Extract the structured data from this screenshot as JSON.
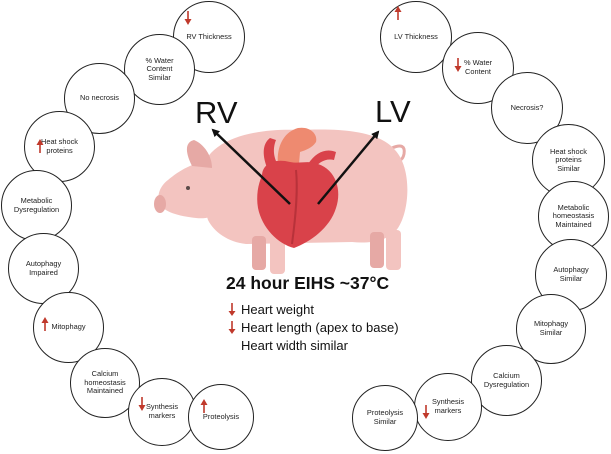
{
  "colors": {
    "pig_body": "#f3c4c0",
    "pig_shadow": "#e6a9a5",
    "heart_main": "#d9424a",
    "heart_dark": "#b8323a",
    "vessel": "#ee8a70",
    "arrow": "#c0392b",
    "outline": "#222222"
  },
  "center": {
    "rv_label": "RV",
    "lv_label": "LV",
    "condition": "24 hour EIHS ~37°C",
    "effects": [
      {
        "text": "Heart weight",
        "arrow": "down"
      },
      {
        "text": "Heart length (apex to base)",
        "arrow": "down"
      },
      {
        "text": "Heart width similar",
        "arrow": "none"
      }
    ]
  },
  "rv_findings": [
    {
      "label": "RV Thickness",
      "arrow": "down"
    },
    {
      "label": "% Water\nContent\nSimilar",
      "arrow": "none"
    },
    {
      "label": "No necrosis",
      "arrow": "none"
    },
    {
      "label": "Heat shock\nproteins",
      "arrow": "up"
    },
    {
      "label": "Metabolic\nDysregulation",
      "arrow": "none"
    },
    {
      "label": "Autophagy\nImpaired",
      "arrow": "none"
    },
    {
      "label": "Mitophagy",
      "arrow": "up"
    },
    {
      "label": "Calcium\nhomeostasis\nMaintained",
      "arrow": "none"
    },
    {
      "label": "Synthesis\nmarkers",
      "arrow": "down"
    },
    {
      "label": "Proteolysis",
      "arrow": "up"
    }
  ],
  "lv_findings": [
    {
      "label": "LV Thickness",
      "arrow": "up"
    },
    {
      "label": "% Water\nContent",
      "arrow": "down"
    },
    {
      "label": "Necrosis?",
      "arrow": "none"
    },
    {
      "label": "Heat shock\nproteins\nSimilar",
      "arrow": "none"
    },
    {
      "label": "Metabolic\nhomeostasis\nMaintained",
      "arrow": "none"
    },
    {
      "label": "Autophagy\nSimilar",
      "arrow": "none"
    },
    {
      "label": "Mitophagy\nSimilar",
      "arrow": "none"
    },
    {
      "label": "Calcium\nDysregulation",
      "arrow": "none"
    },
    {
      "label": "Synthesis\nmarkers",
      "arrow": "down"
    },
    {
      "label": "Proteolysis\nSimilar",
      "arrow": "none"
    }
  ]
}
